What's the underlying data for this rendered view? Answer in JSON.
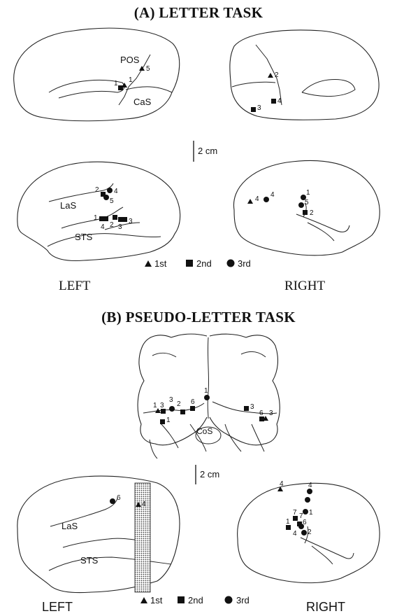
{
  "panel_a": {
    "title": "(A) LETTER TASK",
    "left_label": "LEFT",
    "right_label": "RIGHT",
    "scale_label": "2 cm",
    "sulci": {
      "pos": "POS",
      "cas": "CaS",
      "las": "LaS",
      "sts": "STS"
    },
    "legend": {
      "first": "1st",
      "second": "2nd",
      "third": "3rd"
    },
    "marker_numbers": {
      "ml_a": "1",
      "ml_b": "1",
      "ml_c": "5",
      "mr_a": "2",
      "mr_b": "3",
      "mr_c": "4",
      "ll_2": "2",
      "ll_4": "4",
      "ll_5": "5",
      "ll_1": "1",
      "ll_4b": "4",
      "ll_2b": "2",
      "ll_3": "3",
      "ll_3b": "3",
      "lr_4a": "4",
      "lr_4b": "4",
      "lr_1": "1",
      "lr_5": "5",
      "lr_2": "2"
    }
  },
  "panel_b": {
    "title": "(B) PSEUDO-LETTER TASK",
    "left_label": "LEFT",
    "right_label": "RIGHT",
    "scale_label": "2 cm",
    "sulci": {
      "cos": "CoS",
      "las": "LaS",
      "sts": "STS"
    },
    "legend": {
      "first": "1st",
      "second": "2nd",
      "third": "3rd"
    },
    "marker_numbers": {
      "v_1top": "1",
      "v_1a": "1",
      "v_3a": "3",
      "v_3b": "3",
      "v_2": "2",
      "v_6": "6",
      "v_1b": "1",
      "v_3c": "3",
      "v_6b": "6",
      "v_3d": "3",
      "ll_6": "6",
      "ll_4": "4",
      "lr_4": "4",
      "lr_4b": "4",
      "lr_7": "7",
      "lr_7b": "7",
      "lr_1": "1",
      "lr_1b": "1",
      "lr_6": "6",
      "lr_4c": "4",
      "lr_2": "2"
    }
  }
}
